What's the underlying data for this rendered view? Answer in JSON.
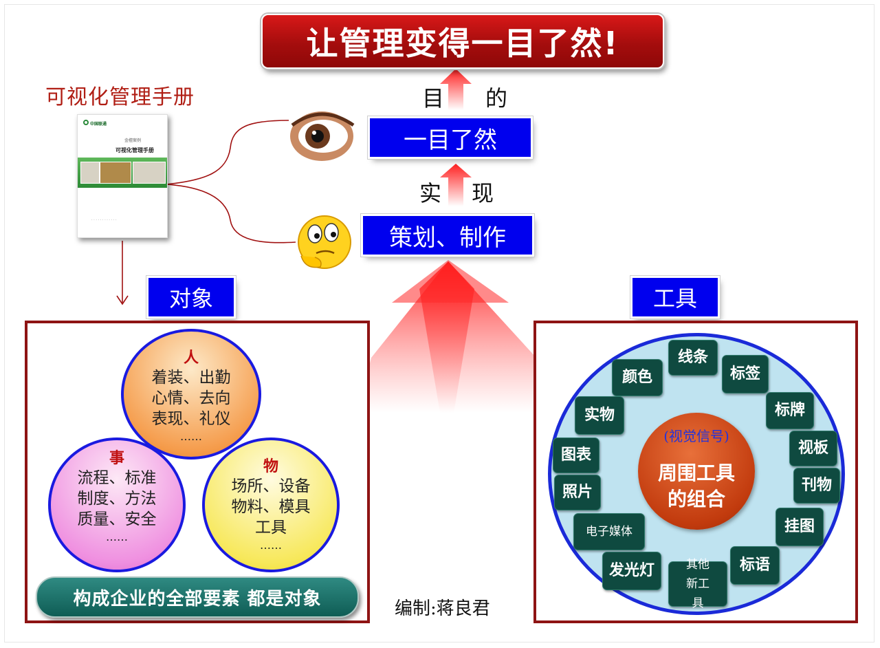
{
  "title": "让管理变得一目了然!",
  "manual": {
    "caption": "可视化管理手册",
    "cover_brand": "中国联通",
    "cover_sub": "金檀案例",
    "cover_title": "可视化管理手册"
  },
  "flow": {
    "purpose_left": "目",
    "purpose_right": "的",
    "goal": "一目了然",
    "realize_left": "实",
    "realize_right": "现",
    "action": "策划、制作"
  },
  "objects": {
    "header": "对象",
    "people": {
      "head": "人",
      "lines": [
        "着装、出勤",
        "心情、去向",
        "表现、礼仪",
        "……"
      ]
    },
    "affairs": {
      "head": "事",
      "lines": [
        "流程、标准",
        "制度、方法",
        "质量、安全",
        "……"
      ]
    },
    "things": {
      "head": "物",
      "lines": [
        "场所、设备",
        "物料、模具",
        "工具",
        "……"
      ]
    },
    "footer": "构成企业的全部要素 都是对象"
  },
  "tools": {
    "header": "工具",
    "center_signal": "(视觉信号)",
    "center_line1": "周围工具",
    "center_line2": "的组合",
    "items": [
      "线条",
      "标签",
      "颜色",
      "实物",
      "标牌",
      "视板",
      "图表",
      "照片",
      "刊物",
      "电子媒体",
      "挂图",
      "发光灯",
      "其他新工具",
      "标语"
    ]
  },
  "author": "编制:蒋良君",
  "colors": {
    "title_red": "#b10f0f",
    "box_blue": "#0000ee",
    "panel_border": "#8e1414",
    "ring_blue": "#1a2ad8",
    "tool_green": "#0f4a40"
  }
}
